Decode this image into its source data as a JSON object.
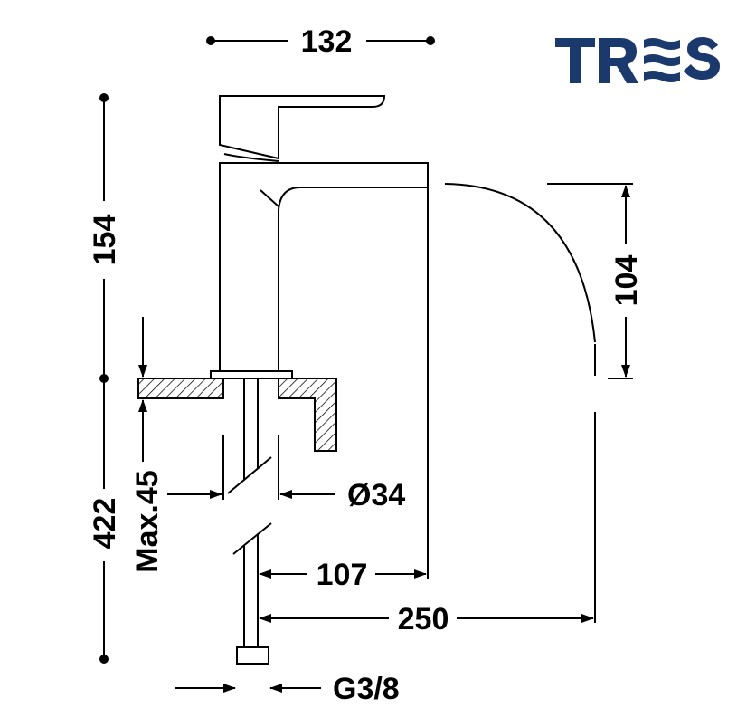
{
  "logo": {
    "text": "TRES",
    "color": "#1a3a6e"
  },
  "dimensions": {
    "width_top": "132",
    "height_upper": "154",
    "height_total": "422",
    "max_counter": "Max.45",
    "diameter": "Ø34",
    "spout_reach": "107",
    "total_reach": "250",
    "spout_height": "104",
    "thread": "G3/8"
  }
}
